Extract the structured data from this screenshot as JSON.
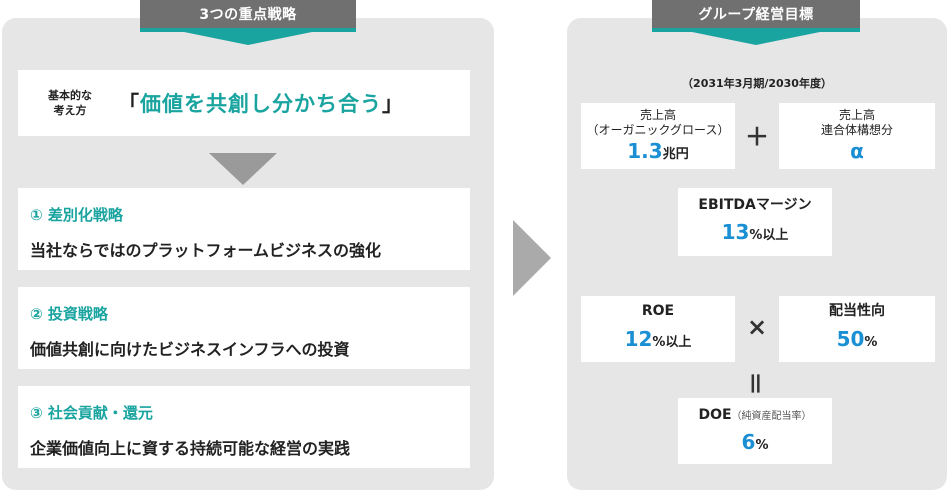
{
  "left_panel": {
    "tab_label": "3つの重点戦略",
    "concept": {
      "label": "基本的な\n考え方",
      "open_bracket": "「",
      "text": "価値を共創し分かち合う",
      "close_bracket": "」"
    },
    "strategies": [
      {
        "title": "① 差別化戦略",
        "description": "当社ならではのプラットフォームビジネスの強化"
      },
      {
        "title": "② 投資戦略",
        "description": "価値共創に向けたビジネスインフラへの投資"
      },
      {
        "title": "③ 社会貢献・還元",
        "description": "企業価値向上に資する持続可能な経営の実践"
      }
    ]
  },
  "right_panel": {
    "tab_label": "グループ経営目標",
    "period": "（2031年3月期/2030年度）",
    "sales_organic": {
      "label_line1": "売上高",
      "label_line2": "（オーガニックグロース）",
      "value": "1.3",
      "unit": "兆円"
    },
    "sales_consolidated": {
      "label_line1": "売上高",
      "label_line2": "連合体構想分",
      "value": "α"
    },
    "ebitda": {
      "label": "EBITDAマージン",
      "value": "13",
      "unit": "%以上"
    },
    "roe": {
      "label": "ROE",
      "value": "12",
      "unit": "%以上"
    },
    "payout": {
      "label": "配当性向",
      "value": "50",
      "unit": "%"
    },
    "doe": {
      "label": "DOE",
      "sublabel": "（純資産配当率）",
      "value": "6",
      "unit": "%"
    },
    "operators": {
      "plus": "＋",
      "times": "×",
      "equals": "＝"
    }
  },
  "colors": {
    "teal": "#1aa4a0",
    "blue": "#1a8fd4",
    "panel_gray": "#e6e6e6",
    "tab_gray": "#707070"
  }
}
